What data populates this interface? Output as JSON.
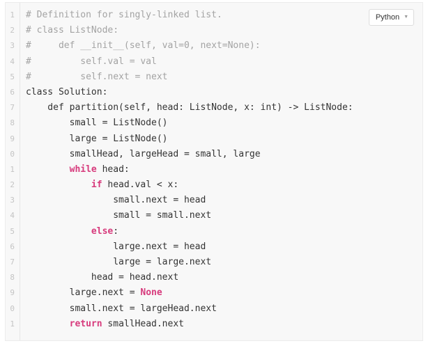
{
  "language_selector": {
    "label": "Python",
    "chevron_icon": "chevron-down-icon"
  },
  "code_lines": [
    {
      "num": "1",
      "tokens": [
        {
          "t": "comment",
          "v": "# Definition for singly-linked list."
        }
      ]
    },
    {
      "num": "2",
      "tokens": [
        {
          "t": "comment",
          "v": "# class ListNode:"
        }
      ]
    },
    {
      "num": "3",
      "tokens": [
        {
          "t": "comment",
          "v": "#     def __init__(self, val=0, next=None):"
        }
      ]
    },
    {
      "num": "4",
      "tokens": [
        {
          "t": "comment",
          "v": "#         self.val = val"
        }
      ]
    },
    {
      "num": "5",
      "tokens": [
        {
          "t": "comment",
          "v": "#         self.next = next"
        }
      ]
    },
    {
      "num": "6",
      "tokens": [
        {
          "t": "plain",
          "v": "class Solution:"
        }
      ]
    },
    {
      "num": "7",
      "tokens": [
        {
          "t": "plain",
          "v": "    def partition(self, head: ListNode, x: int) -> ListNode:"
        }
      ]
    },
    {
      "num": "8",
      "tokens": [
        {
          "t": "plain",
          "v": "        small = ListNode()"
        }
      ]
    },
    {
      "num": "9",
      "tokens": [
        {
          "t": "plain",
          "v": "        large = ListNode()"
        }
      ]
    },
    {
      "num": "0",
      "tokens": [
        {
          "t": "plain",
          "v": "        smallHead, largeHead = small, large"
        }
      ]
    },
    {
      "num": "1",
      "tokens": [
        {
          "t": "plain",
          "v": "        "
        },
        {
          "t": "keyword",
          "v": "while"
        },
        {
          "t": "plain",
          "v": " head:"
        }
      ]
    },
    {
      "num": "2",
      "tokens": [
        {
          "t": "plain",
          "v": "            "
        },
        {
          "t": "keyword",
          "v": "if"
        },
        {
          "t": "plain",
          "v": " head.val < x:"
        }
      ]
    },
    {
      "num": "3",
      "tokens": [
        {
          "t": "plain",
          "v": "                small.next = head"
        }
      ]
    },
    {
      "num": "4",
      "tokens": [
        {
          "t": "plain",
          "v": "                small = small.next"
        }
      ]
    },
    {
      "num": "5",
      "tokens": [
        {
          "t": "plain",
          "v": "            "
        },
        {
          "t": "keyword",
          "v": "else"
        },
        {
          "t": "plain",
          "v": ":"
        }
      ]
    },
    {
      "num": "6",
      "tokens": [
        {
          "t": "plain",
          "v": "                large.next = head"
        }
      ]
    },
    {
      "num": "7",
      "tokens": [
        {
          "t": "plain",
          "v": "                large = large.next"
        }
      ]
    },
    {
      "num": "8",
      "tokens": [
        {
          "t": "plain",
          "v": "            head = head.next"
        }
      ]
    },
    {
      "num": "9",
      "tokens": [
        {
          "t": "plain",
          "v": "        large.next = "
        },
        {
          "t": "keyword",
          "v": "None"
        }
      ]
    },
    {
      "num": "0",
      "tokens": [
        {
          "t": "plain",
          "v": "        small.next = largeHead.next"
        }
      ]
    },
    {
      "num": "1",
      "tokens": [
        {
          "t": "plain",
          "v": "        "
        },
        {
          "t": "keyword",
          "v": "return"
        },
        {
          "t": "plain",
          "v": " smallHead.next"
        }
      ]
    }
  ]
}
